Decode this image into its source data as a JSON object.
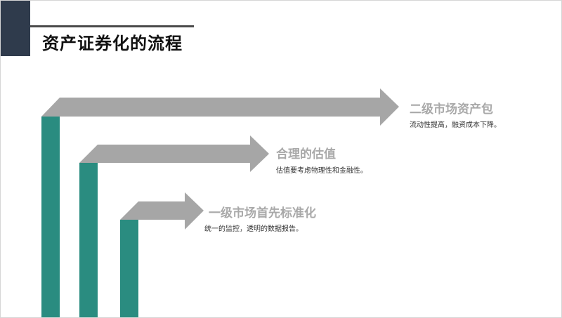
{
  "title": "资产证券化的流程",
  "steps": [
    {
      "heading": "二级市场资产包",
      "description": "流动性提高，融资成本下降。"
    },
    {
      "heading": "合理的估值",
      "description": "估值要考虑物理性和金融性。"
    },
    {
      "heading": "一级市场首先标准化",
      "description": "统一的监控，透明的数据报告。"
    }
  ],
  "colors": {
    "bar": "#2a8c80",
    "arrow": "#a6a6a6",
    "title_block": "#2f3b4c"
  }
}
